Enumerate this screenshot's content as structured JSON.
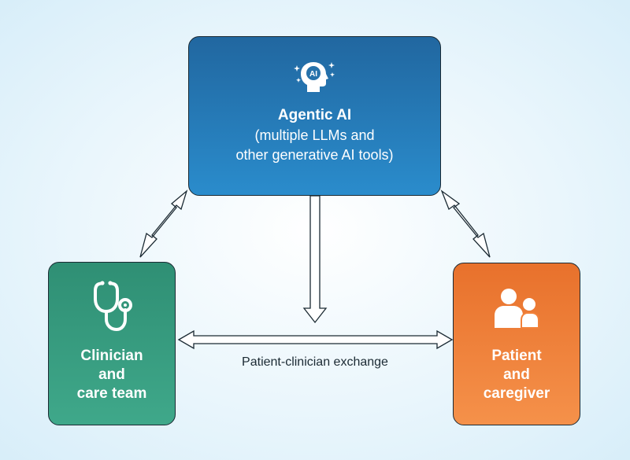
{
  "ai_box": {
    "title": "Agentic AI",
    "subtitle_lines": [
      "(multiple LLMs and",
      "other generative AI tools)"
    ],
    "icon": "ai-head-icon",
    "icon_text": "AI",
    "color": "#2a7fbf"
  },
  "clinician_box": {
    "lines": [
      "Clinician",
      "and",
      "care team"
    ],
    "icon": "stethoscope-icon",
    "color": "#3a9d80"
  },
  "patient_box": {
    "lines": [
      "Patient",
      "and",
      "caregiver"
    ],
    "icon": "people-icon",
    "color": "#f08a3e"
  },
  "exchange": {
    "label": "Patient-clinician exchange"
  }
}
